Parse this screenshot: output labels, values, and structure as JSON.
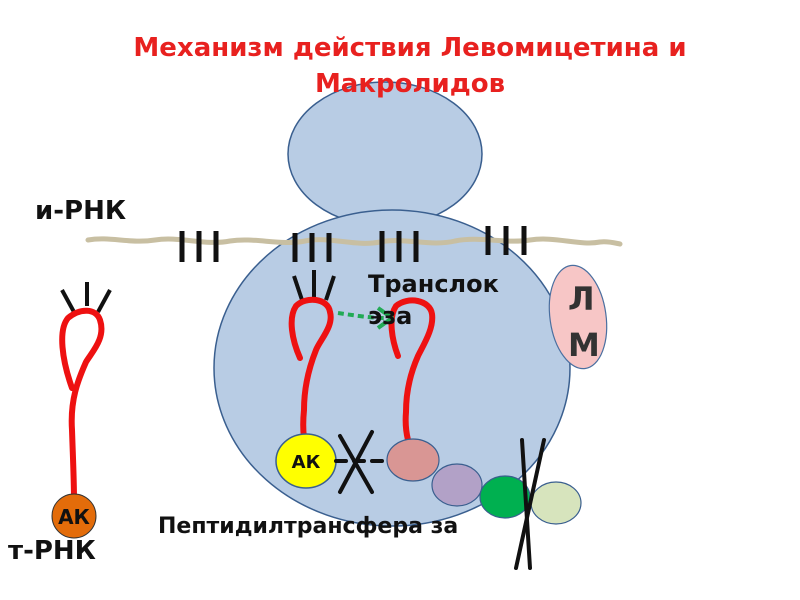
{
  "title": "Механизм действия Левомицетина и Макролидов",
  "labels": {
    "mrna": "и-РНК",
    "trna": "т-РНК",
    "translocase": "Транслок эза",
    "peptidyltransferase": "Пептидилтрансфера за",
    "lm": "Л М",
    "aa_free": "АК",
    "aa_ribosome": "АК"
  },
  "colors": {
    "title": "#e8211f",
    "ribosome": "#b8cce4",
    "ribosome_stroke": "#3a5f8f",
    "mrna": "#c8bfa2",
    "trna": "#ee1111",
    "aa_free": "#e36c0a",
    "aa_ribosome": "#ffff00",
    "arrow": "#22aa55",
    "lm_blob": "#f7c6c6",
    "peptide_1": "#d99694",
    "peptide_2": "#b2a1c7",
    "peptide_3": "#00b050",
    "peptide_4": "#d7e4bd"
  }
}
